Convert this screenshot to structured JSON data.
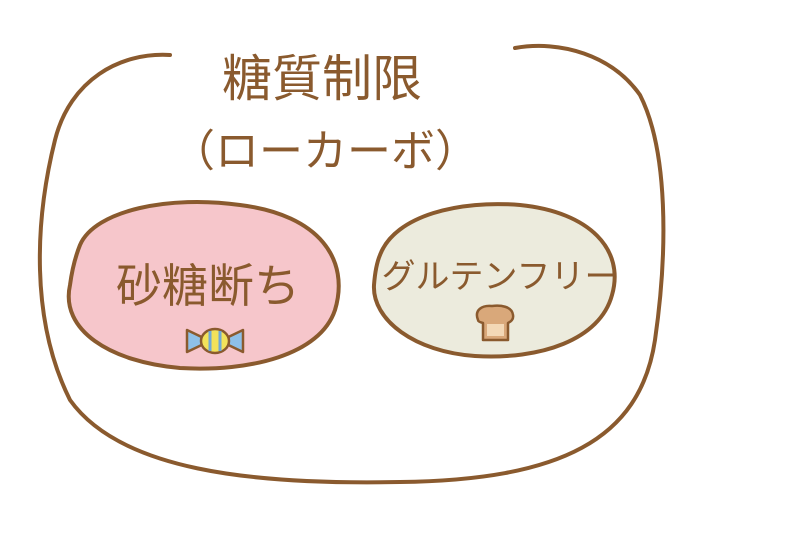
{
  "diagram": {
    "title": "糖質制限",
    "subtitle": "（ローカーボ）",
    "left_item": {
      "label": "砂糖断ち",
      "icon": "candy-icon",
      "fill": "#f6c6cb"
    },
    "right_item": {
      "label": "グルテンフリー",
      "icon": "bread-icon",
      "fill": "#ecebdd"
    },
    "colors": {
      "stroke": "#8a5a2e",
      "text": "#8a5a2e"
    }
  }
}
